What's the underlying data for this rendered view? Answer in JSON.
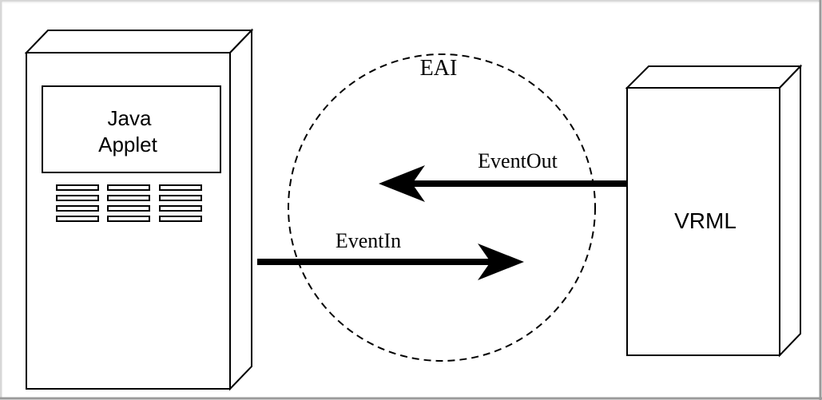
{
  "diagram": {
    "left_box": {
      "screen_label_line1": "Java",
      "screen_label_line2": "Applet"
    },
    "right_box": {
      "label": "VRML"
    },
    "interface_circle": {
      "label": "EAI"
    },
    "arrows": {
      "event_in_label": "EventIn",
      "event_out_label": "EventOut"
    }
  }
}
